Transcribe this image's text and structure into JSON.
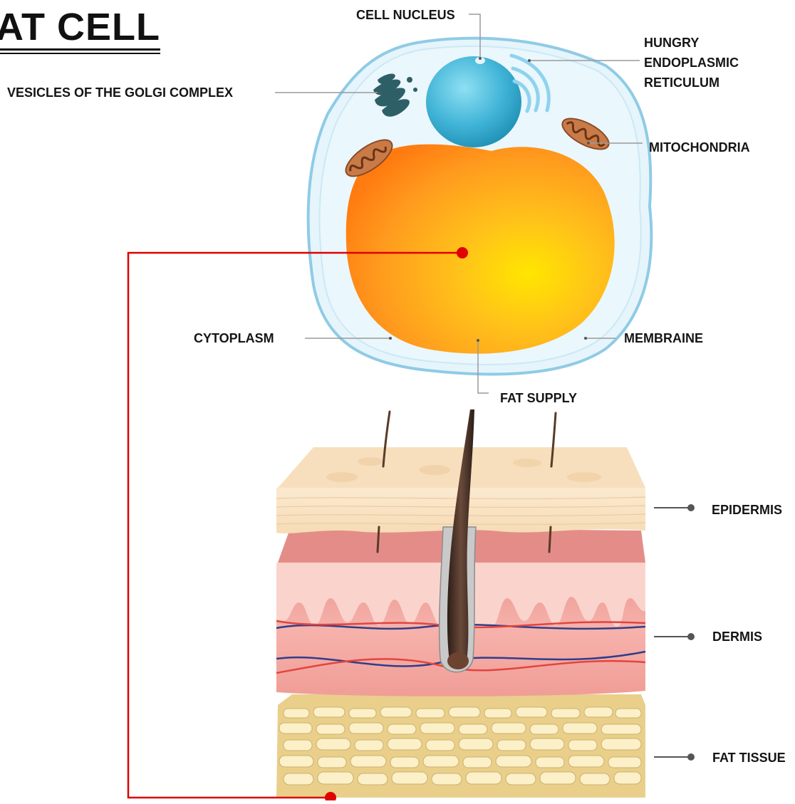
{
  "title": "AT CELL",
  "labels": {
    "cell_nucleus": "CELL NUCLEUS",
    "golgi": "VESICLES OF THE GOLGI COMPLEX",
    "er": "HUNGRY ENDOPLASMIC RETICULUM",
    "mitochondria": "MITOCHONDRIA",
    "cytoplasm": "CYTOPLASM",
    "membrane": "MEMBRAINE",
    "fat_supply": "FAT SUPPLY",
    "epidermis": "EPIDERMIS",
    "dermis": "DERMIS",
    "fat_tissue": "FAT TISSUE"
  },
  "colors": {
    "connector": "#e00000",
    "leader": "#8a8a8a",
    "membrane": "#8fcbe6",
    "cytoplasm": "#e8f6fb",
    "nucleus": "#3fb3d6",
    "fat": "#ff9a1e",
    "golgi": "#2f5f66",
    "mitochondria": "#b4683c",
    "epidermis": "#f7e3c4",
    "dermis": "#f2a7a0",
    "fat_tissue": "#f0dca0"
  }
}
